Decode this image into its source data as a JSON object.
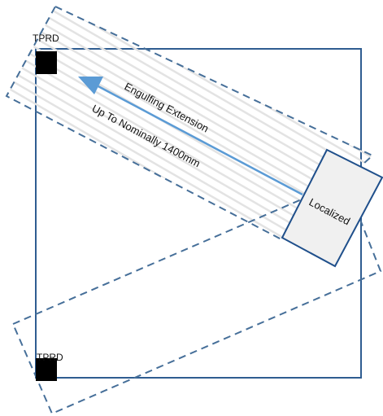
{
  "labels": {
    "tprd_top": "TPRD",
    "tprd_bottom": "TPRD",
    "engulfing_extension": "Engulfing Extension",
    "up_to": "Up To Nominally 1400mm",
    "localized": "Localized"
  },
  "colors": {
    "outline": "#2f5d91",
    "dash": "#466f99",
    "arrow": "#5b9bd5",
    "hatch": "#e3e3e3",
    "localized_fill": "#f0f0f0",
    "localized_border": "#1f4f8b",
    "tprd_fill": "#000000"
  }
}
